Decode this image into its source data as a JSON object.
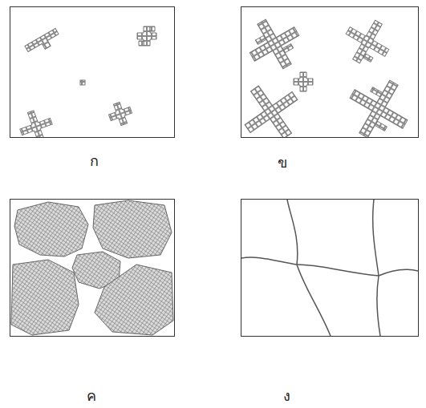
{
  "diagram": {
    "nodes": [
      {
        "text": [
          "ก"
        ]
      },
      {
        "text": [
          "ข"
        ]
      },
      {
        "text": [
          "ค"
        ]
      },
      {
        "text": [
          "ง"
        ]
      }
    ]
  }
}
